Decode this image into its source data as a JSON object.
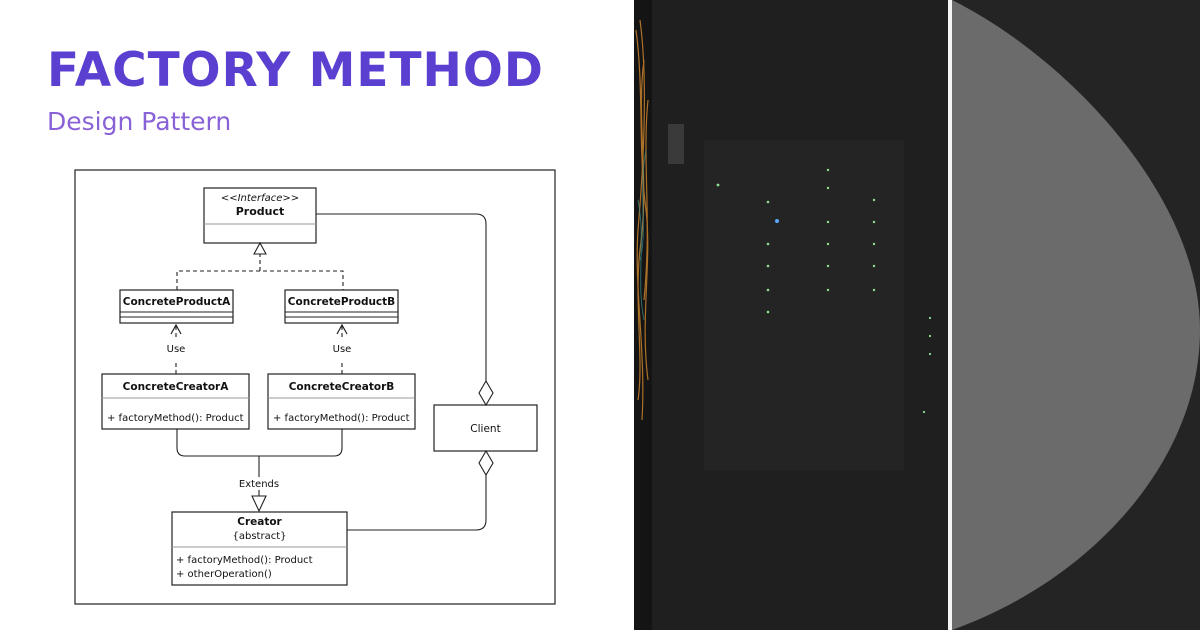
{
  "header": {
    "title": "FACTORY METHOD",
    "subtitle": "Design Pattern"
  },
  "diagram": {
    "product": {
      "stereotype": "<<Interface>>",
      "name": "Product"
    },
    "concrete_product_a": {
      "name": "ConcreteProductA"
    },
    "concrete_product_b": {
      "name": "ConcreteProductB"
    },
    "concrete_creator_a": {
      "name": "ConcreteCreatorA",
      "method": "+ factoryMethod(): Product"
    },
    "concrete_creator_b": {
      "name": "ConcreteCreatorB",
      "method": "+ factoryMethod(): Product"
    },
    "creator": {
      "name": "Creator",
      "modifier": "{abstract}",
      "methods": [
        "+ factoryMethod(): Product",
        "+ otherOperation()"
      ]
    },
    "client": {
      "name": "Client"
    },
    "labels": {
      "use_a": "Use",
      "use_b": "Use",
      "extends": "Extends"
    }
  },
  "colors": {
    "title": "#5b3fd0",
    "subtitle": "#8a62d8",
    "photo_bg": "#1c1c1c",
    "arc_fill": "#6b6b6b",
    "panel_bg": "#242424"
  }
}
